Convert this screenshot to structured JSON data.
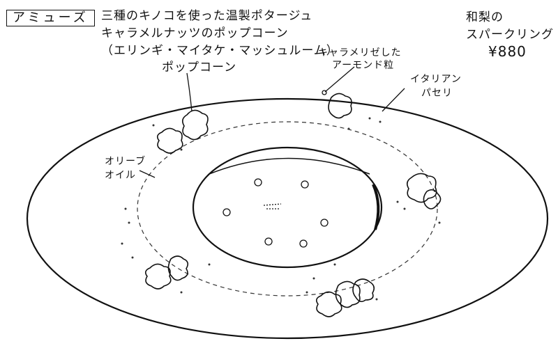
{
  "course": "アミューズ",
  "dish": {
    "line1": "三種のキノコを使った温製ポタージュ",
    "line2": "キャラメルナッツのポップコーン",
    "line3": "（エリンギ・マイタケ・マッシュルーム）",
    "line4": "ポップコーン"
  },
  "drink": {
    "line1": "和梨の",
    "line2": "スパークリング",
    "price": "¥880"
  },
  "labels": {
    "almond_1": "キャラメリゼした",
    "almond_2": "アーモンド粒",
    "parsley_1": "イタリアン",
    "parsley_2": "パセリ",
    "oil_1": "オリーブ",
    "oil_2": "オイル"
  }
}
